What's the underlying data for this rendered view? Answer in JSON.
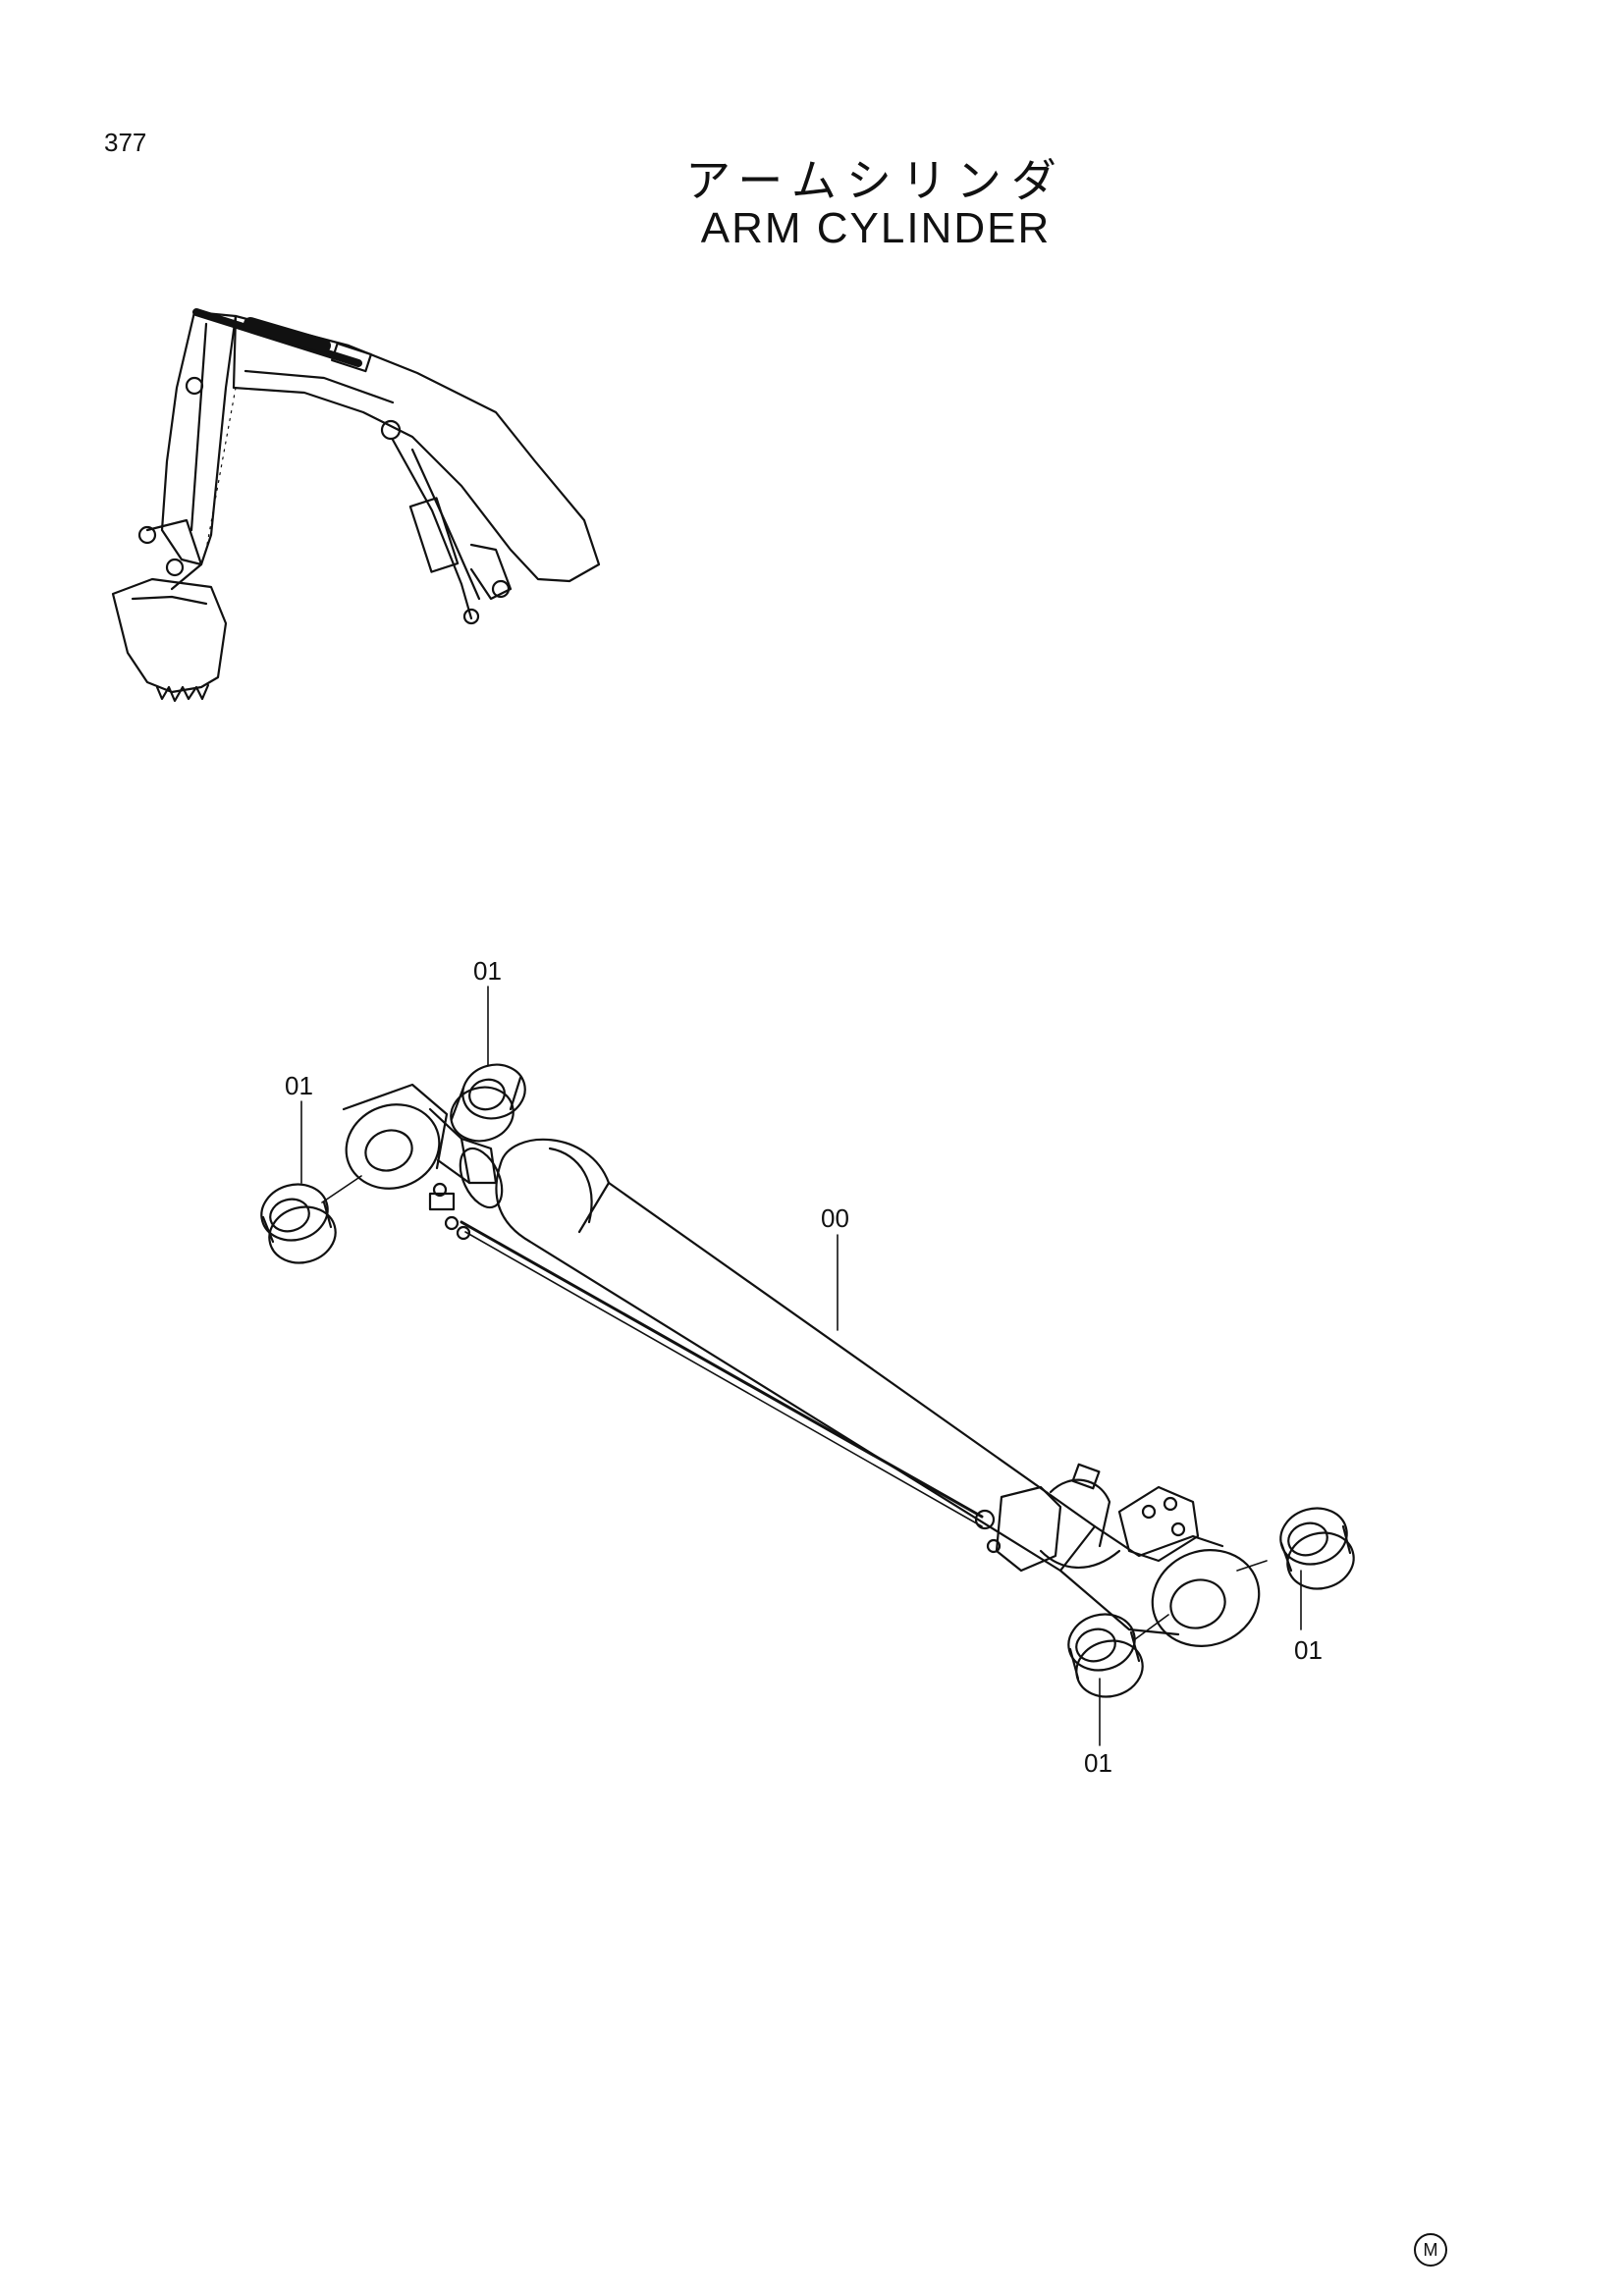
{
  "page": {
    "number": "377",
    "title_jp": "アームシリンダ",
    "title_en": "ARM CYLINDER",
    "corner_mark": "M"
  },
  "callouts": {
    "cylinder": "00",
    "bushing_top": "01",
    "bushing_left": "01",
    "bushing_right": "01",
    "bushing_bottom": "01"
  },
  "icons": [
    "excavator-arm-icon",
    "arm-cylinder-icon",
    "bushing-icon"
  ]
}
